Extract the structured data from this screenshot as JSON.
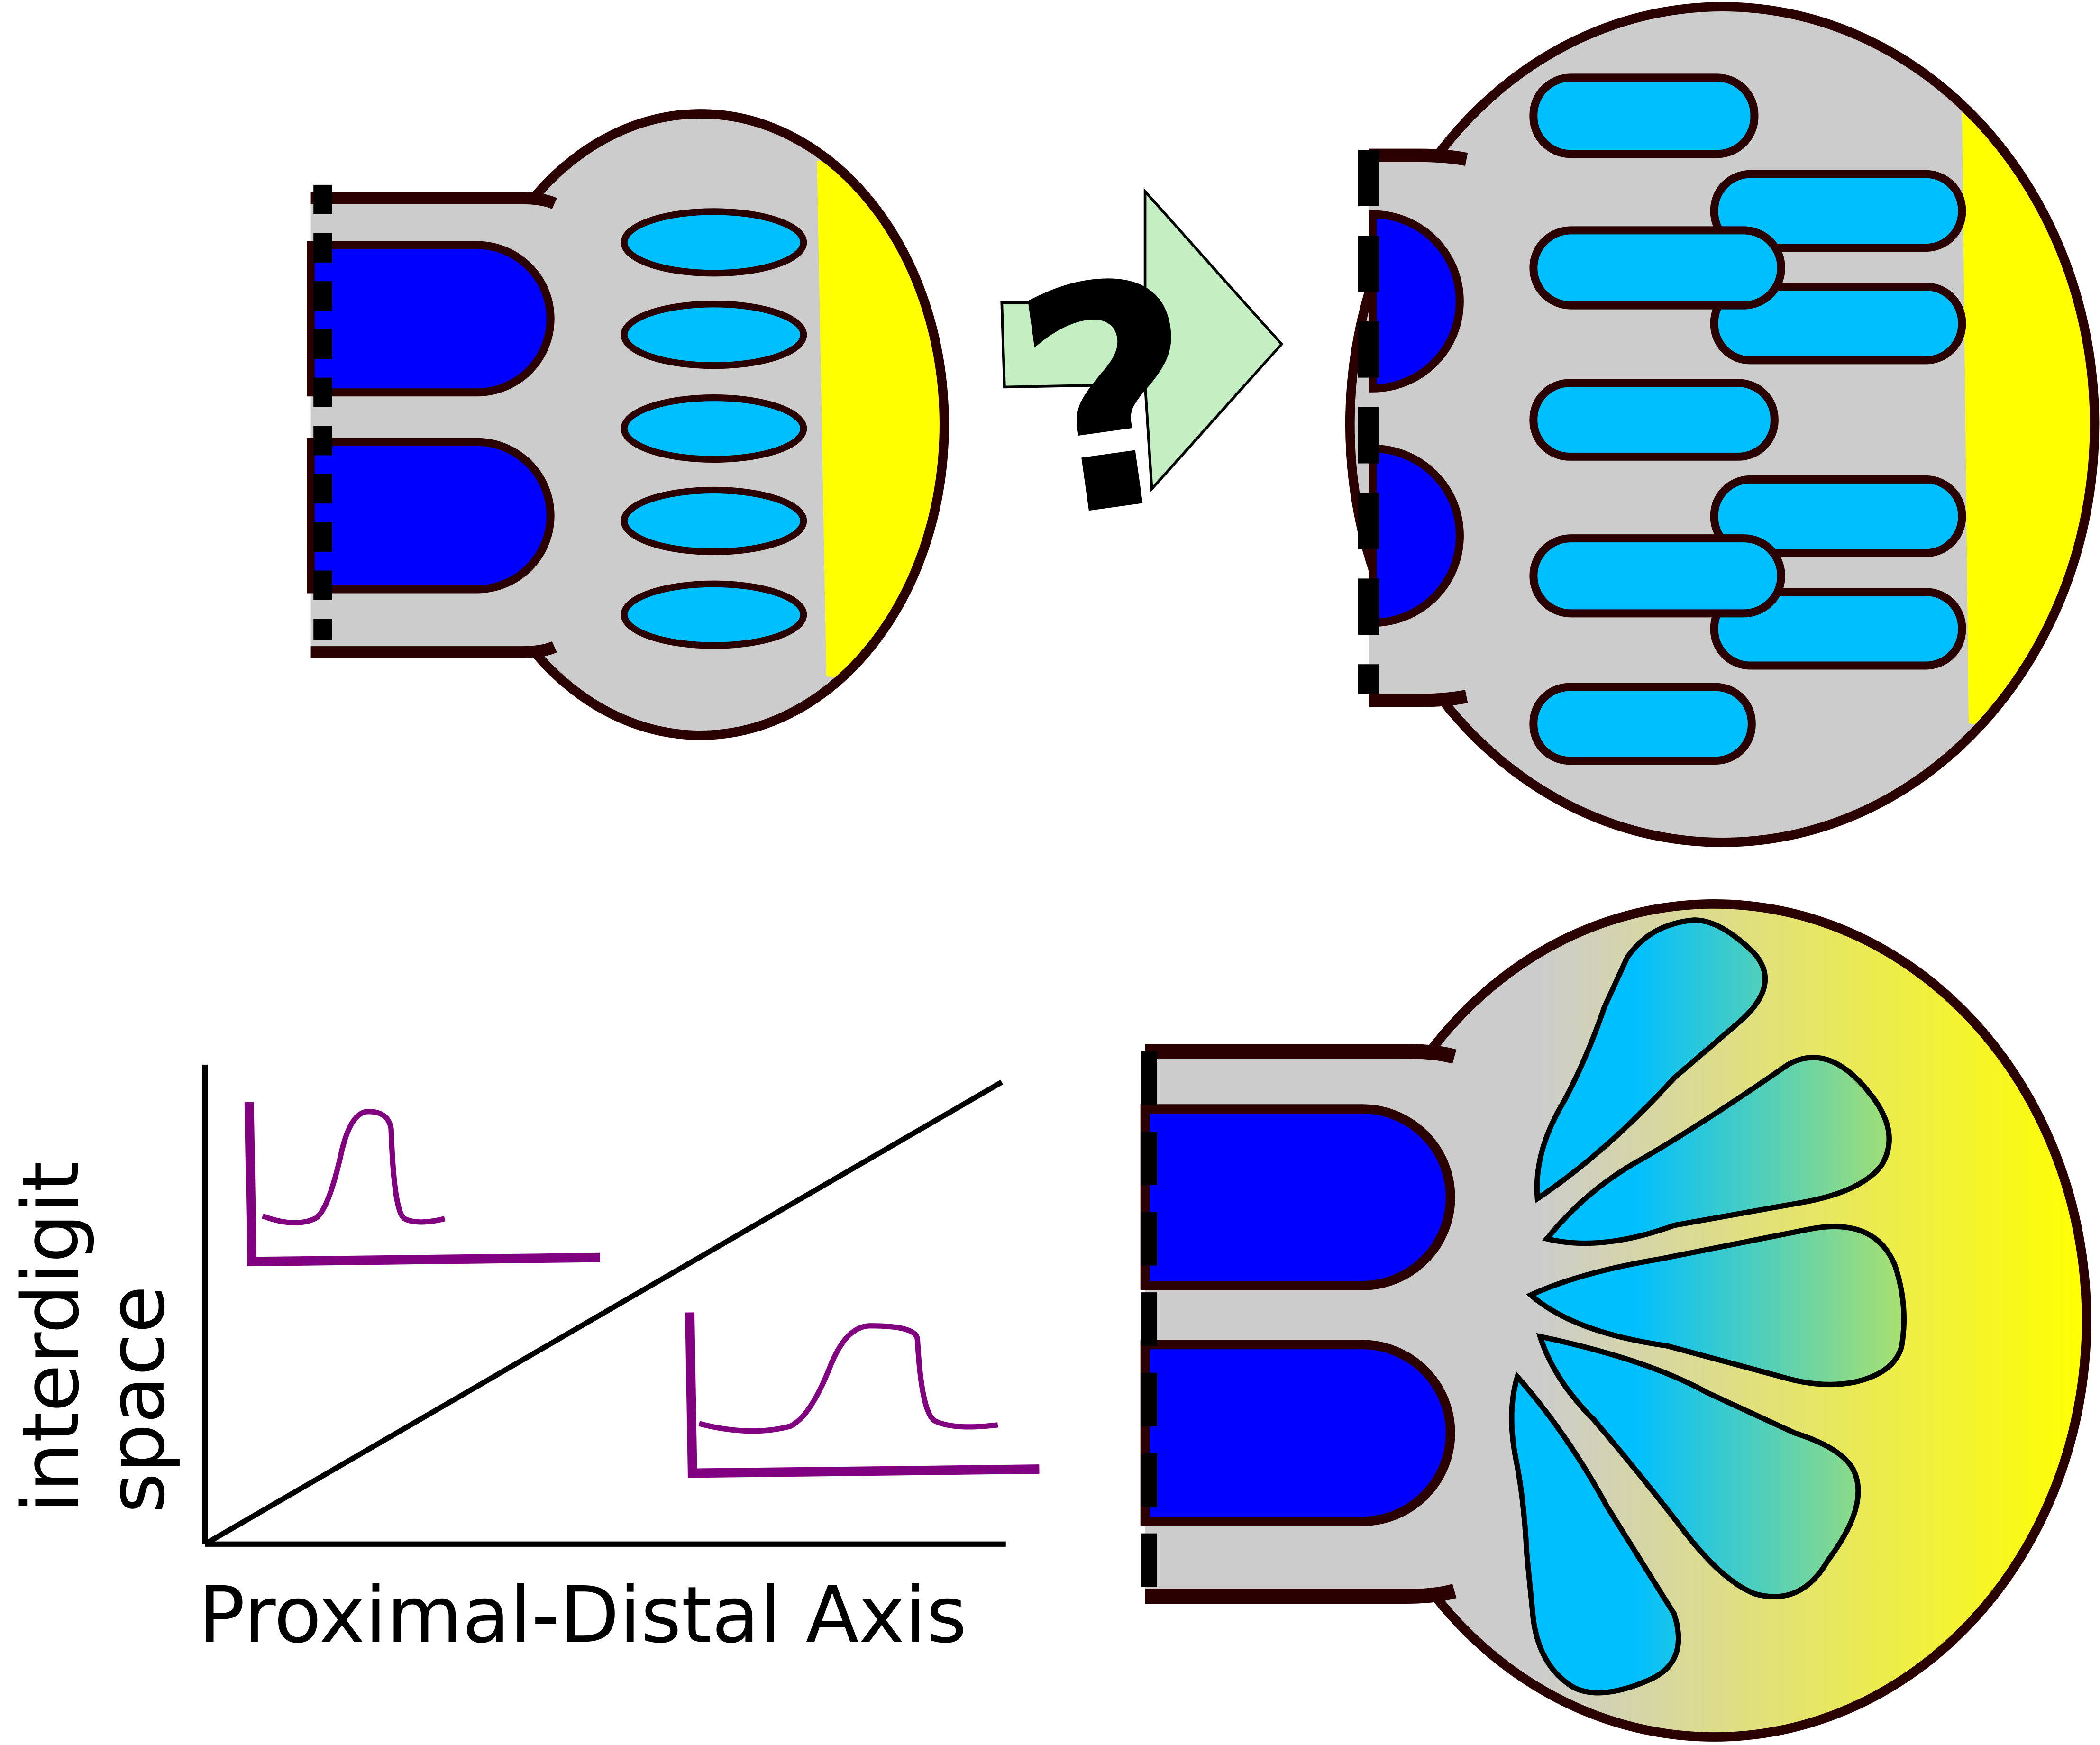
{
  "colors": {
    "outline": "#2a0000",
    "tissue": "#cccccc",
    "digit_blue": "#0000ff",
    "condensation_cyan": "#00bfff",
    "distal_yellow": "#ffff00",
    "arrow_green": "#c3efc3",
    "profile_purple": "#800080"
  },
  "arrow": {
    "symbol": "?"
  },
  "graph": {
    "y_label_line1": "interdigit",
    "y_label_line2": "space",
    "x_label": "Proximal-Distal Axis"
  }
}
